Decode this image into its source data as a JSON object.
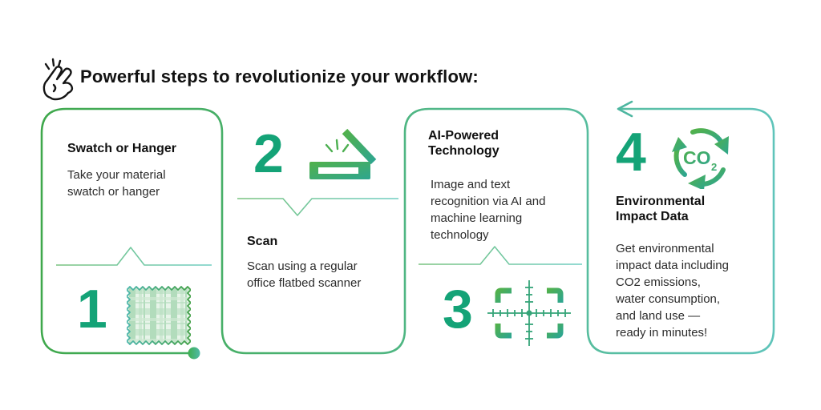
{
  "header": {
    "title": "Powerful steps to revolutionize your workflow:",
    "icon": "finger-snap-icon"
  },
  "steps": [
    {
      "number": "1",
      "title": "Swatch or Hanger",
      "description": "Take your material\nswatch or hanger",
      "icon": "fabric-swatch-icon"
    },
    {
      "number": "2",
      "title": "Scan",
      "description": "Scan using a regular\noffice flatbed scanner",
      "icon": "flatbed-scanner-icon"
    },
    {
      "number": "3",
      "title": "AI-Powered\nTechnology",
      "description": "Image and text\nrecognition via AI and\nmachine learning\ntechnology",
      "icon": "crosshair-viewfinder-icon"
    },
    {
      "number": "4",
      "title": "Environmental\nImpact Data",
      "description": "Get environmental\nimpact data including\nCO2 emissions,\nwater consumption,\nand land use —\nready in minutes!",
      "icon": "co2-cycle-icon",
      "icon_text": "CO",
      "icon_text_sub": "2"
    }
  ],
  "flow": {
    "start_marker": "green-dot",
    "end_marker": "left-arrowhead"
  },
  "colors": {
    "path_green": "#3fa84c",
    "path_teal": "#5fc4ba",
    "number_green": "#14a377",
    "icon_green": "#52b14b",
    "icon_teal": "#2ea68f",
    "title_text": "#101010",
    "body_text": "#2b2b2b"
  }
}
